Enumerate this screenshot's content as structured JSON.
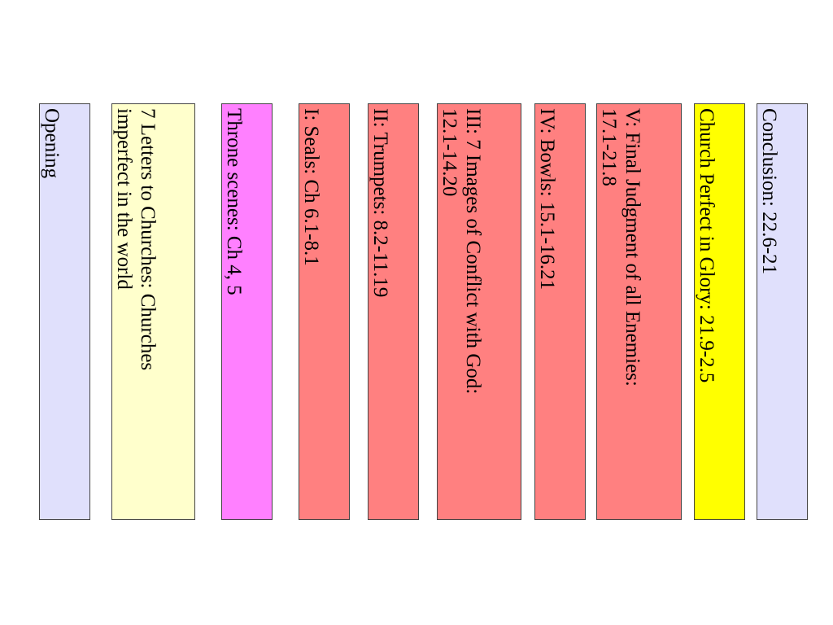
{
  "columns": [
    {
      "id": "opening",
      "label": "Opening",
      "color": "#e0e0fc"
    },
    {
      "id": "letters",
      "label": "7 Letters to Churches: Churches\nimperfect in the world",
      "color": "#ffffcc"
    },
    {
      "id": "throne",
      "label": "Throne scenes: Ch 4, 5",
      "color": "#ff80ff"
    },
    {
      "id": "seals",
      "label": "I: Seals: Ch 6.1-8.1",
      "color": "#ff8080"
    },
    {
      "id": "trumpets",
      "label": "II: Trumpets: 8.2-11.19",
      "color": "#ff8080"
    },
    {
      "id": "images",
      "label": "III: 7 Images of Conflict with God:\n12.1-14.20",
      "color": "#ff8080"
    },
    {
      "id": "bowls",
      "label": "IV: Bowls: 15.1-16.21",
      "color": "#ff8080"
    },
    {
      "id": "judgment",
      "label": "V: Final Judgment of all Enemies:\n17.1-21.8",
      "color": "#ff8080"
    },
    {
      "id": "glory",
      "label": "Church Perfect  in Glory: 21.9-2.5",
      "color": "#ffff00"
    },
    {
      "id": "conclusion",
      "label": "Conclusion: 22.6-21",
      "color": "#e0e0fc"
    }
  ]
}
